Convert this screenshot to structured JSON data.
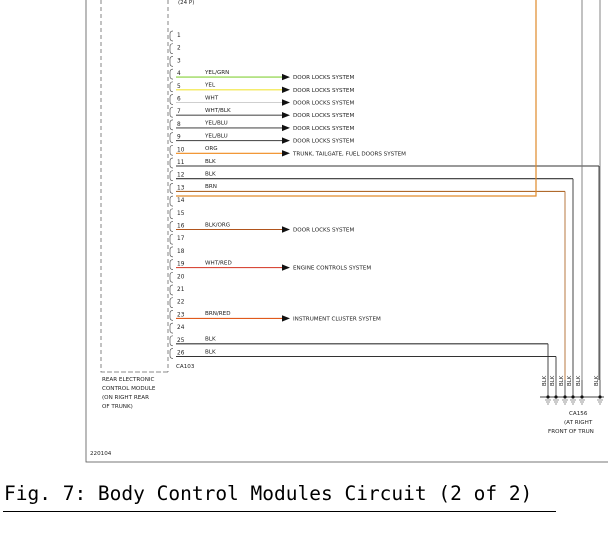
{
  "connector_top_label": "(24 P)",
  "module_label_lines": [
    "REAR ELECTRONIC",
    "CONTROL MODULE",
    "(ON RIGHT REAR",
    "OF TRUNK)"
  ],
  "connector_id": "CA103",
  "ground_connector_lines": [
    "CA156",
    "(AT RIGHT",
    "FRONT OF TRUN"
  ],
  "ground_wire_labels": [
    "BLK",
    "BLK",
    "BLK",
    "BLK",
    "BLK",
    "BLK"
  ],
  "diagram_number": "220104",
  "caption": "Fig. 7: Body Control Modules Circuit (2 of 2)",
  "pins": [
    {
      "num": "1",
      "color_code": "",
      "destination": ""
    },
    {
      "num": "2",
      "color_code": "",
      "destination": ""
    },
    {
      "num": "3",
      "color_code": "",
      "destination": ""
    },
    {
      "num": "4",
      "color_code": "YEL/GRN",
      "destination": "DOOR LOCKS SYSTEM",
      "wire_color": "#86d13a"
    },
    {
      "num": "5",
      "color_code": "YEL",
      "destination": "DOOR LOCKS SYSTEM",
      "wire_color": "#f2e53c"
    },
    {
      "num": "6",
      "color_code": "WHT",
      "destination": "DOOR LOCKS SYSTEM",
      "wire_color": "#cfcfcf"
    },
    {
      "num": "7",
      "color_code": "WHT/BLK",
      "destination": "DOOR LOCKS SYSTEM",
      "wire_color": "#555555"
    },
    {
      "num": "8",
      "color_code": "YEL/BLU",
      "destination": "DOOR LOCKS SYSTEM",
      "wire_color": "#555555"
    },
    {
      "num": "9",
      "color_code": "YEL/BLU",
      "destination": "DOOR LOCKS SYSTEM",
      "wire_color": "#555555"
    },
    {
      "num": "10",
      "color_code": "ORG",
      "destination": "TRUNK, TAILGATE, FUEL DOORS SYSTEM",
      "wire_color": "#f08a1c"
    },
    {
      "num": "11",
      "color_code": "BLK",
      "destination": "",
      "wire_color": "#333333"
    },
    {
      "num": "12",
      "color_code": "BLK",
      "destination": "",
      "wire_color": "#333333"
    },
    {
      "num": "13",
      "color_code": "BRN",
      "destination": "",
      "wire_color": "#b06a2c"
    },
    {
      "num": "14",
      "color_code": "",
      "destination": "",
      "wire_color": "#e08a2a"
    },
    {
      "num": "15",
      "color_code": "",
      "destination": ""
    },
    {
      "num": "16",
      "color_code": "BLK/ORG",
      "destination": "DOOR LOCKS SYSTEM",
      "wire_color": "#b0541c"
    },
    {
      "num": "17",
      "color_code": "",
      "destination": ""
    },
    {
      "num": "18",
      "color_code": "",
      "destination": ""
    },
    {
      "num": "19",
      "color_code": "WHT/RED",
      "destination": "ENGINE CONTROLS SYSTEM",
      "wire_color": "#d84a3a"
    },
    {
      "num": "20",
      "color_code": "",
      "destination": ""
    },
    {
      "num": "21",
      "color_code": "",
      "destination": ""
    },
    {
      "num": "22",
      "color_code": "",
      "destination": ""
    },
    {
      "num": "23",
      "color_code": "BRN/RED",
      "destination": "INSTRUMENT CLUSTER SYSTEM",
      "wire_color": "#e05a1c"
    },
    {
      "num": "24",
      "color_code": "",
      "destination": ""
    },
    {
      "num": "25",
      "color_code": "BLK",
      "destination": "",
      "wire_color": "#333333"
    },
    {
      "num": "26",
      "color_code": "BLK",
      "destination": "",
      "wire_color": "#333333"
    }
  ]
}
